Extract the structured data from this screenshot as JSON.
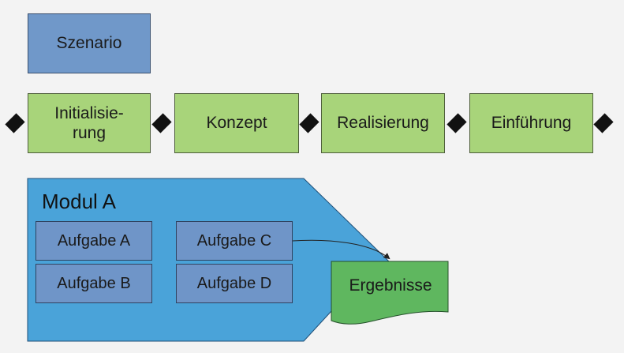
{
  "scenario": {
    "label": "Szenario"
  },
  "phases": [
    {
      "label": "Initialisie-\nrung"
    },
    {
      "label": "Konzept"
    },
    {
      "label": "Realisierung"
    },
    {
      "label": "Einführung"
    }
  ],
  "module": {
    "title": "Modul A",
    "tasks": [
      {
        "label": "Aufgabe A"
      },
      {
        "label": "Aufgabe B"
      },
      {
        "label": "Aufgabe C"
      },
      {
        "label": "Aufgabe D"
      }
    ],
    "result": {
      "label": "Ergebnisse"
    }
  },
  "colors": {
    "background": "#f3f3f3",
    "scenario_fill": "#7098c9",
    "phase_fill": "#a8d47a",
    "module_fill": "#4aa3d9",
    "task_fill": "#6f95c8",
    "result_fill": "#5fb75f",
    "milestone": "#111111"
  }
}
